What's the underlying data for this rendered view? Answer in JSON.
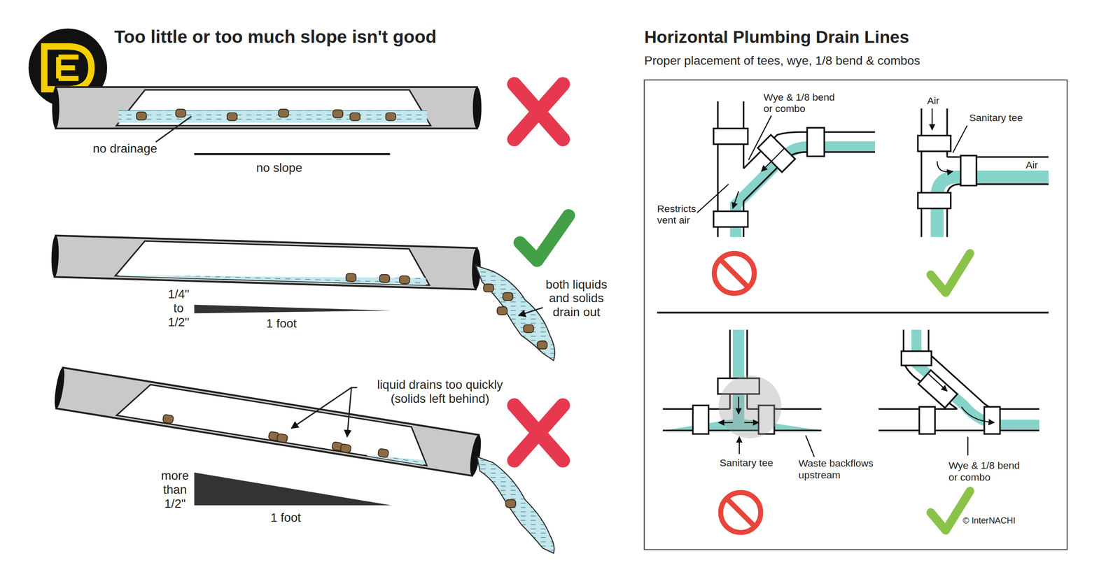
{
  "diagram": {
    "title": "Too little or too much slope isn't good",
    "labels": [
      "no drainage",
      "no slope",
      "1/4\" to 1/2\"",
      "1 foot",
      "both liquids and solids drain out",
      "liquid drains too quickly (solids left behind)",
      "more than 1/2\"",
      "1 foot",
      "Horizontal Plumbing Drain Lines",
      "Proper placement of tees, wye, 1/8 bend & combos",
      "Wye & 1/8 bend or combo",
      "Restricts vent air",
      "Air",
      "Sanitary tee",
      "Air",
      "Sanitary tee",
      "Waste backflows upstream",
      "Wye & 1/8 bend or combo",
      "© InterNACHI"
    ]
  }
}
